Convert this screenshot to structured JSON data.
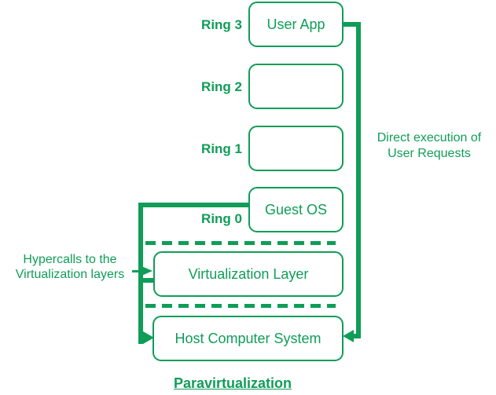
{
  "colors": {
    "green": "#0f9d58",
    "background": "#ffffff"
  },
  "title": "Paravirtualization",
  "rings": [
    {
      "label": "Ring 3",
      "box_text": "User App"
    },
    {
      "label": "Ring 2",
      "box_text": ""
    },
    {
      "label": "Ring 1",
      "box_text": ""
    },
    {
      "label": "Ring 0",
      "box_text": "Guest OS"
    }
  ],
  "layers": [
    {
      "box_text": "Virtualization Layer"
    },
    {
      "box_text": "Host Computer System"
    }
  ],
  "annotations": {
    "direct_execution": {
      "line1": "Direct execution of",
      "line2": "User Requests"
    },
    "hypercalls": {
      "line1": "Hypercalls to the",
      "line2": "Virtualization layers"
    }
  }
}
